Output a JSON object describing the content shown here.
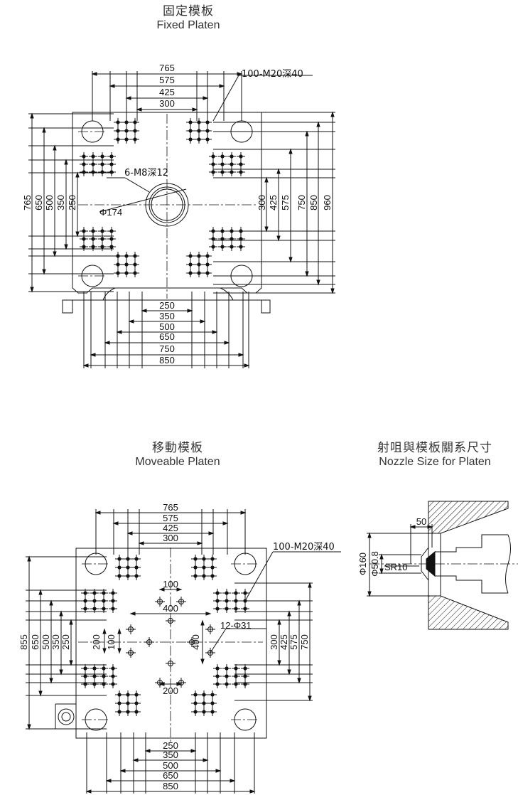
{
  "fixed_platen": {
    "title_zh": "固定模板",
    "title_en": "Fixed Platen",
    "dims_top": [
      "765",
      "575",
      "425",
      "300"
    ],
    "dims_bottom": [
      "250",
      "350",
      "500",
      "650",
      "750",
      "850"
    ],
    "dims_left": [
      "765",
      "650",
      "500",
      "350",
      "250"
    ],
    "dims_right": [
      "300",
      "425",
      "575",
      "750",
      "850",
      "960"
    ],
    "callout_thread": "100-M20深40",
    "callout_screw": "6-M8深12",
    "callout_dia": "Φ174"
  },
  "moveable_platen": {
    "title_zh": "移動模板",
    "title_en": "Moveable Platen",
    "dims_top": [
      "765",
      "575",
      "425",
      "300"
    ],
    "dims_bottom": [
      "250",
      "350",
      "500",
      "650",
      "850"
    ],
    "dims_left": [
      "855",
      "650",
      "500",
      "350",
      "250"
    ],
    "dims_right": [
      "300",
      "425",
      "575",
      "750"
    ],
    "callout_thread": "100-M20深40",
    "callout_holes": "12-Φ31",
    "inner_100_top": "100",
    "inner_400_top": "400",
    "inner_200_left": "200",
    "inner_100_left": "100",
    "inner_400_right": "400",
    "inner_200_bottom": "200"
  },
  "nozzle": {
    "title_zh": "射咀與模板關系尺寸",
    "title_en": "Nozzle Size for Platen",
    "dim_50": "50",
    "dim_d160": "Φ160",
    "dim_d50_8": "Φ50.8",
    "dim_sr10": "SR10"
  }
}
